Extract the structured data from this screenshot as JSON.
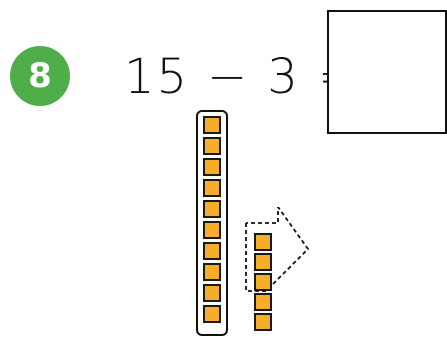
{
  "problem": {
    "number": "8",
    "minuend": "15",
    "operator": "−",
    "subtrahend": "3",
    "equals": "=",
    "answer": ""
  },
  "model": {
    "ten_rod_cubes": 10,
    "ones_cubes": 5,
    "crossed_out_cubes": 3,
    "cube_color": "#f5ad2a",
    "badge_color": "#4fae4a"
  }
}
